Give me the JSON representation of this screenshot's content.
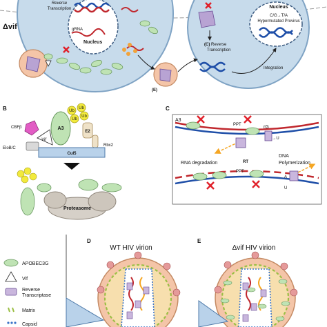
{
  "panel_a": {
    "condition": "Δvif",
    "left_cell": {
      "top_text": "Reverse",
      "transcription": "Transcription",
      "grna": "gRNA",
      "nucleus": "Nucleus"
    },
    "right_cell": {
      "nucleus": "Nucleus",
      "mutation": "C/G→T/A",
      "provirus": "Hypermutated Provirus",
      "step_c": "(C)",
      "reverse": "Reverse",
      "transcription": "Transcription",
      "integration": "Integration"
    },
    "step_e": "(E)"
  },
  "panel_b": {
    "letter": "B",
    "ub": [
      "Ub",
      "Ub",
      "Ub",
      "Ub"
    ],
    "a3": "A3",
    "e2": "E2",
    "cbf": "CBFβ",
    "vif": "Vif",
    "elob": "EloB/C",
    "cul5": "Cul5",
    "rbx2": "Rbx2",
    "proteasome": "Proteasome"
  },
  "panel_c": {
    "letter": "C",
    "a3": "A3",
    "ppt_top": "PPT",
    "rg": "rG",
    "c_to_u": "C→U",
    "rna_deg": "RNA degradation",
    "rt": "RT",
    "dna_poly_1": "DNA",
    "dna_poly_2": "Polymerization",
    "ppt_bottom": "PPT",
    "a": "A",
    "u": "U"
  },
  "legend": [
    {
      "label": "APOBEC3G",
      "icon": "apobec-ellipse-icon"
    },
    {
      "label": "Vif",
      "icon": "vif-triangle-icon"
    },
    {
      "label": "Reverse",
      "label2": "Transcriptase",
      "icon": "rt-cylinder-icon"
    },
    {
      "label": "Matrix",
      "icon": "matrix-dash-icon"
    },
    {
      "label": "Capsid",
      "icon": "capsid-dot-icon"
    }
  ],
  "panel_d": {
    "letter": "D",
    "title": "WT HIV virion"
  },
  "panel_e": {
    "letter": "E",
    "title": "Δvif HIV virion"
  },
  "colors": {
    "cell_fill": "#c7dbeb",
    "cell_stroke": "#7fa3c4",
    "apobec_green": "#bfe3b4",
    "rna_red": "#c0272d",
    "dna_blue": "#1f4fa8",
    "ub_yellow": "#f2ea3c",
    "cbf_pink": "#e25cc4",
    "virion_orange": "#f4c5a8",
    "matrix_green": "#9bbf45",
    "capsid_blue": "#3a74c7",
    "cross_red": "#e0202a",
    "rt_purple": "#c9b6dd"
  }
}
